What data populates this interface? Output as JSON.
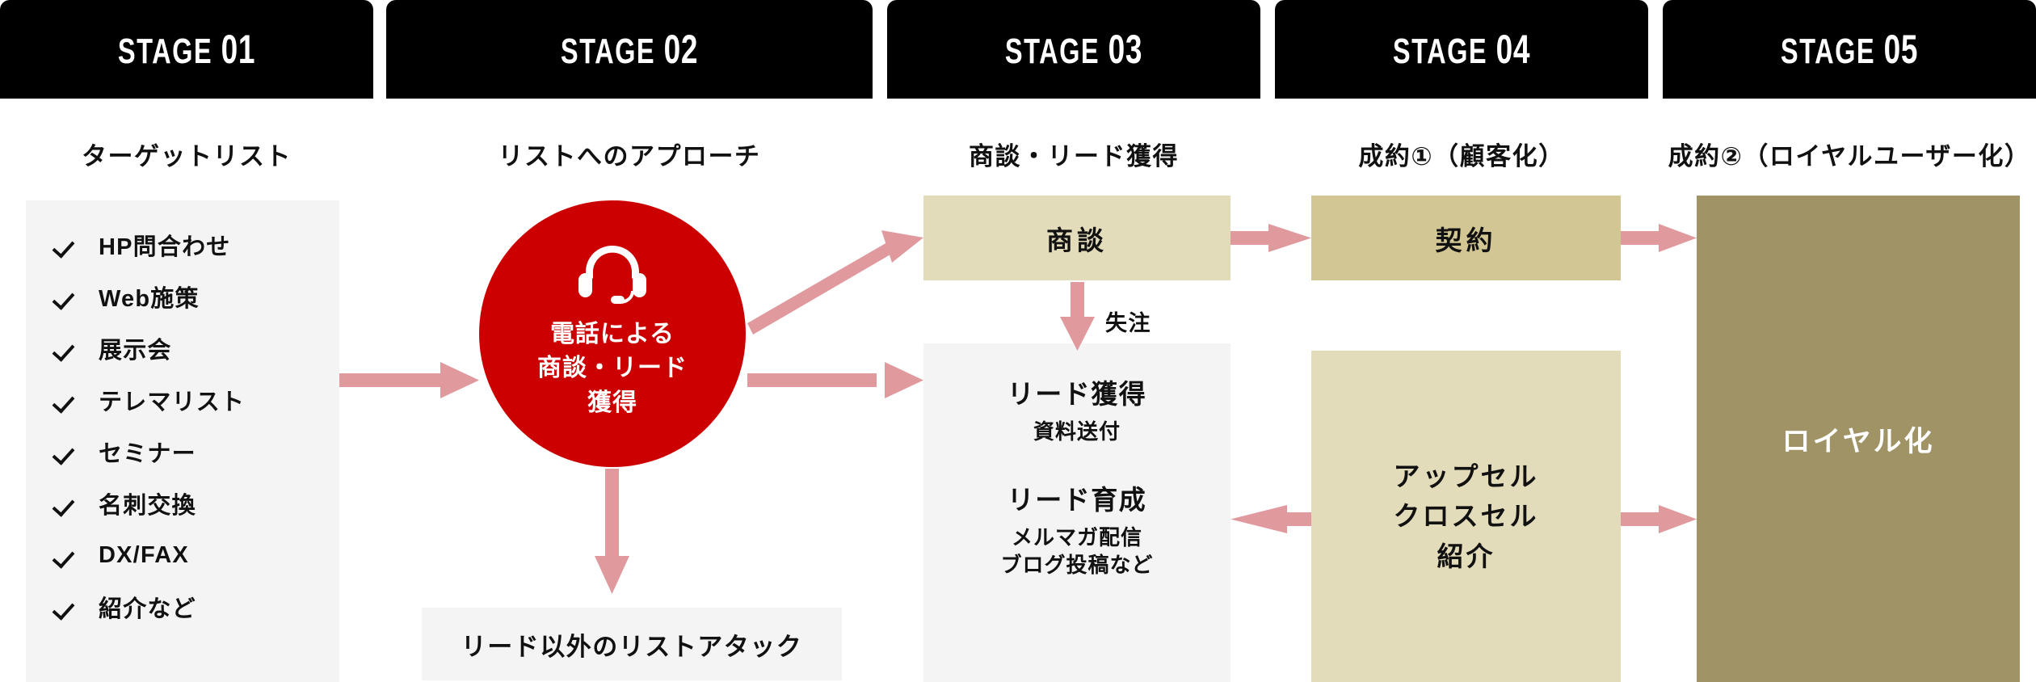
{
  "stages": [
    {
      "prefix": "STAGE",
      "number": "01",
      "caption": "ターゲットリスト"
    },
    {
      "prefix": "STAGE",
      "number": "02",
      "caption": "リストへのアプローチ"
    },
    {
      "prefix": "STAGE",
      "number": "03",
      "caption": "商談・リード獲得"
    },
    {
      "prefix": "STAGE",
      "number": "04",
      "caption": "成約①（顧客化）"
    },
    {
      "prefix": "STAGE",
      "number": "05",
      "caption": "成約②（ロイヤルユーザー化）"
    }
  ],
  "stage1": {
    "checklist": [
      "HP問合わせ",
      "Web施策",
      "展示会",
      "テレマリスト",
      "セミナー",
      "名刺交換",
      "DX/FAX",
      "紹介など"
    ]
  },
  "stage2": {
    "circle_icon": "headset-icon",
    "circle_text": "電話による\n商談・リード\n獲得",
    "bottom_box_label": "リード以外のリストアタック"
  },
  "stage3": {
    "shodan_label": "商談",
    "loss_label": "失注",
    "lead_acquire_title": "リード獲得",
    "lead_acquire_sub": "資料送付",
    "lead_nurture_title": "リード育成",
    "lead_nurture_sub": "メルマガ配信\nブログ投稿など"
  },
  "stage4": {
    "contract_label": "契約",
    "upsell_label": "アップセル\nクロスセル\n紹介"
  },
  "stage5": {
    "loyal_label": "ロイヤル化"
  },
  "colors": {
    "header_bg": "#000000",
    "header_text": "#ffffff",
    "circle_red": "#cc0000",
    "arrow_pink": "#e09a9e",
    "box_gray": "#f4f4f4",
    "box_beige": "#e3dcbb",
    "box_tan": "#d2c694",
    "box_khaki": "#a09466",
    "text_dark": "#111111"
  }
}
